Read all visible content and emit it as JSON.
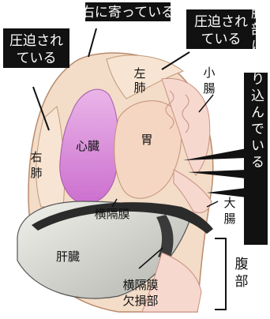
{
  "callouts": {
    "right_shift": "右に寄っている",
    "compressed_left": [
      "圧迫され",
      "ている"
    ],
    "compressed_right": [
      "圧迫され",
      "ている"
    ],
    "entering_chest": "胸部に入り込んでいる"
  },
  "labels": {
    "left_lung": [
      "左",
      "肺"
    ],
    "right_lung": [
      "右",
      "肺"
    ],
    "small_intestine": [
      "小",
      "腸"
    ],
    "heart": "心臓",
    "stomach": "胃",
    "large_intestine": [
      "大",
      "腸"
    ],
    "diaphragm": "横隔膜",
    "liver": "肝臓",
    "diaphragm_defect": [
      "横隔膜",
      "欠損部"
    ],
    "abdomen": [
      "腹",
      "部"
    ]
  },
  "colors": {
    "callout_bg": "#111111",
    "heart": "#d989d8",
    "liver": "#c9c9c3",
    "lung": "#f3dcc8",
    "intestine": "#f6d8cf"
  }
}
